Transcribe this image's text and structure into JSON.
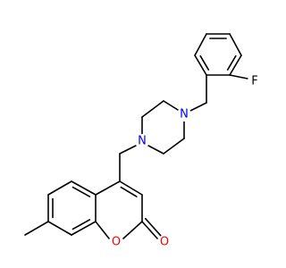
{
  "molecule": {
    "atoms": [
      {
        "id": "F",
        "label": "F",
        "color": "#000000"
      },
      {
        "id": "N1",
        "label": "N",
        "color": "#0000ff"
      },
      {
        "id": "N2",
        "label": "N",
        "color": "#0000ff"
      },
      {
        "id": "O1",
        "label": "O",
        "color": "#ff0000"
      },
      {
        "id": "O2",
        "label": "O",
        "color": "#ff0000"
      }
    ],
    "bond_color": "#000000",
    "background": "#ffffff"
  }
}
